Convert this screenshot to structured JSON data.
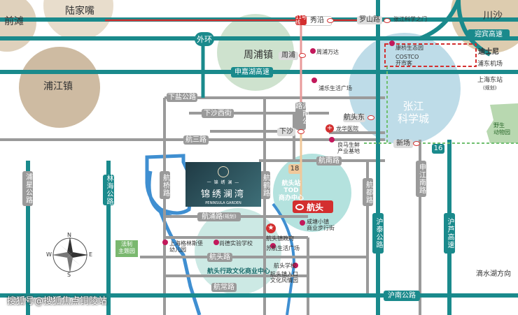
{
  "towns": {
    "qiantan": "前滩",
    "lujiazui": "陆家嘴",
    "chuansha": "川沙",
    "zhoupu": "周浦镇",
    "pujiang": "浦江镇",
    "zhangjiang": "张江\n科学城",
    "hangtou": "航头"
  },
  "highways": {
    "waihuan": "外环",
    "yingbin": "迎宾高速",
    "shenjiahu": "申嘉湖高速",
    "hunan_rd": "沪南公路",
    "hunan_vertical": "沪南公路",
    "hutai": "沪泰公路",
    "hulu": "沪芦高速",
    "disney": "迪士尼",
    "pudong_airport": "浦东机场",
    "dishui_lake": "滴水湖方向"
  },
  "roads": {
    "xiayan": "下盐公路",
    "xiasha_west": "下沙西街",
    "hangsan": "航三路",
    "hangnan": "航南路",
    "hangjing": "航鹤路",
    "hangpu": "航涌路",
    "hangchang": "航常路",
    "linhai": "林海公路",
    "pujing": "浦星公路",
    "hangqiao": "航桥路",
    "hanghe": "航鹤路",
    "hangdu": "航都路",
    "shenjiang": "申江南路",
    "hanghe_label": "航涌路",
    "hangpu_note": "(规划)",
    "hangtou_rd": "航头路"
  },
  "metro": {
    "line11": "11号线",
    "luoshan": "罗山路",
    "zhangjiang_zhi": "张江科学之门",
    "xiutang": "秀沿",
    "zhoupu": "周浦",
    "zhoupu_wanda": "周浦万达",
    "kangqiao": "康桥生态园",
    "costco": "COSTCO\n开市客",
    "pule": "浦乐生活广场",
    "hangtoudong": "航头东",
    "xiasha": "下沙",
    "xinchang": "新场",
    "line16": "16",
    "line18": "18",
    "shanghai_east": "上海东站",
    "shanghai_east_note": "(规划)",
    "shengtai": "野生\n动物园"
  },
  "poi": {
    "longhua": "龙华医院",
    "shengtai_base": "良马生鲜\n产业基地",
    "hangtou_tod": "航头站\nTOD\n商办中心",
    "weixian": "咸塘小镇\n商业步行街",
    "gov": "航头镇政府",
    "sujian": "苏航生活广场",
    "school_sd": "尚德实验学校",
    "kinder": "上海格林斯堡\n幼儿园",
    "hangtou_school": "航头学校",
    "culture": "航头镇入口\n文化风情园",
    "admin_center": "航头行政文化商业中心",
    "fazhi": "法制\n主题园"
  },
  "project": {
    "top": "一 锦 绣 澜 —",
    "name": "锦绣澜湾",
    "en": "PENINSULA GARDEN"
  },
  "watermark": "搜狐号@搜狐焦点铜陵站",
  "compass": {
    "n": "N",
    "e": "E",
    "s": "S",
    "w": "W"
  },
  "colors": {
    "road_major": "#1a8a8c",
    "road_minor": "#9a9a9a",
    "metro_red": "#d32f2f",
    "circle_tan": "#d4c2a8",
    "circle_teal": "#a8d9d4",
    "circle_blue": "#b9dde6",
    "river": "#3f8fd1"
  }
}
